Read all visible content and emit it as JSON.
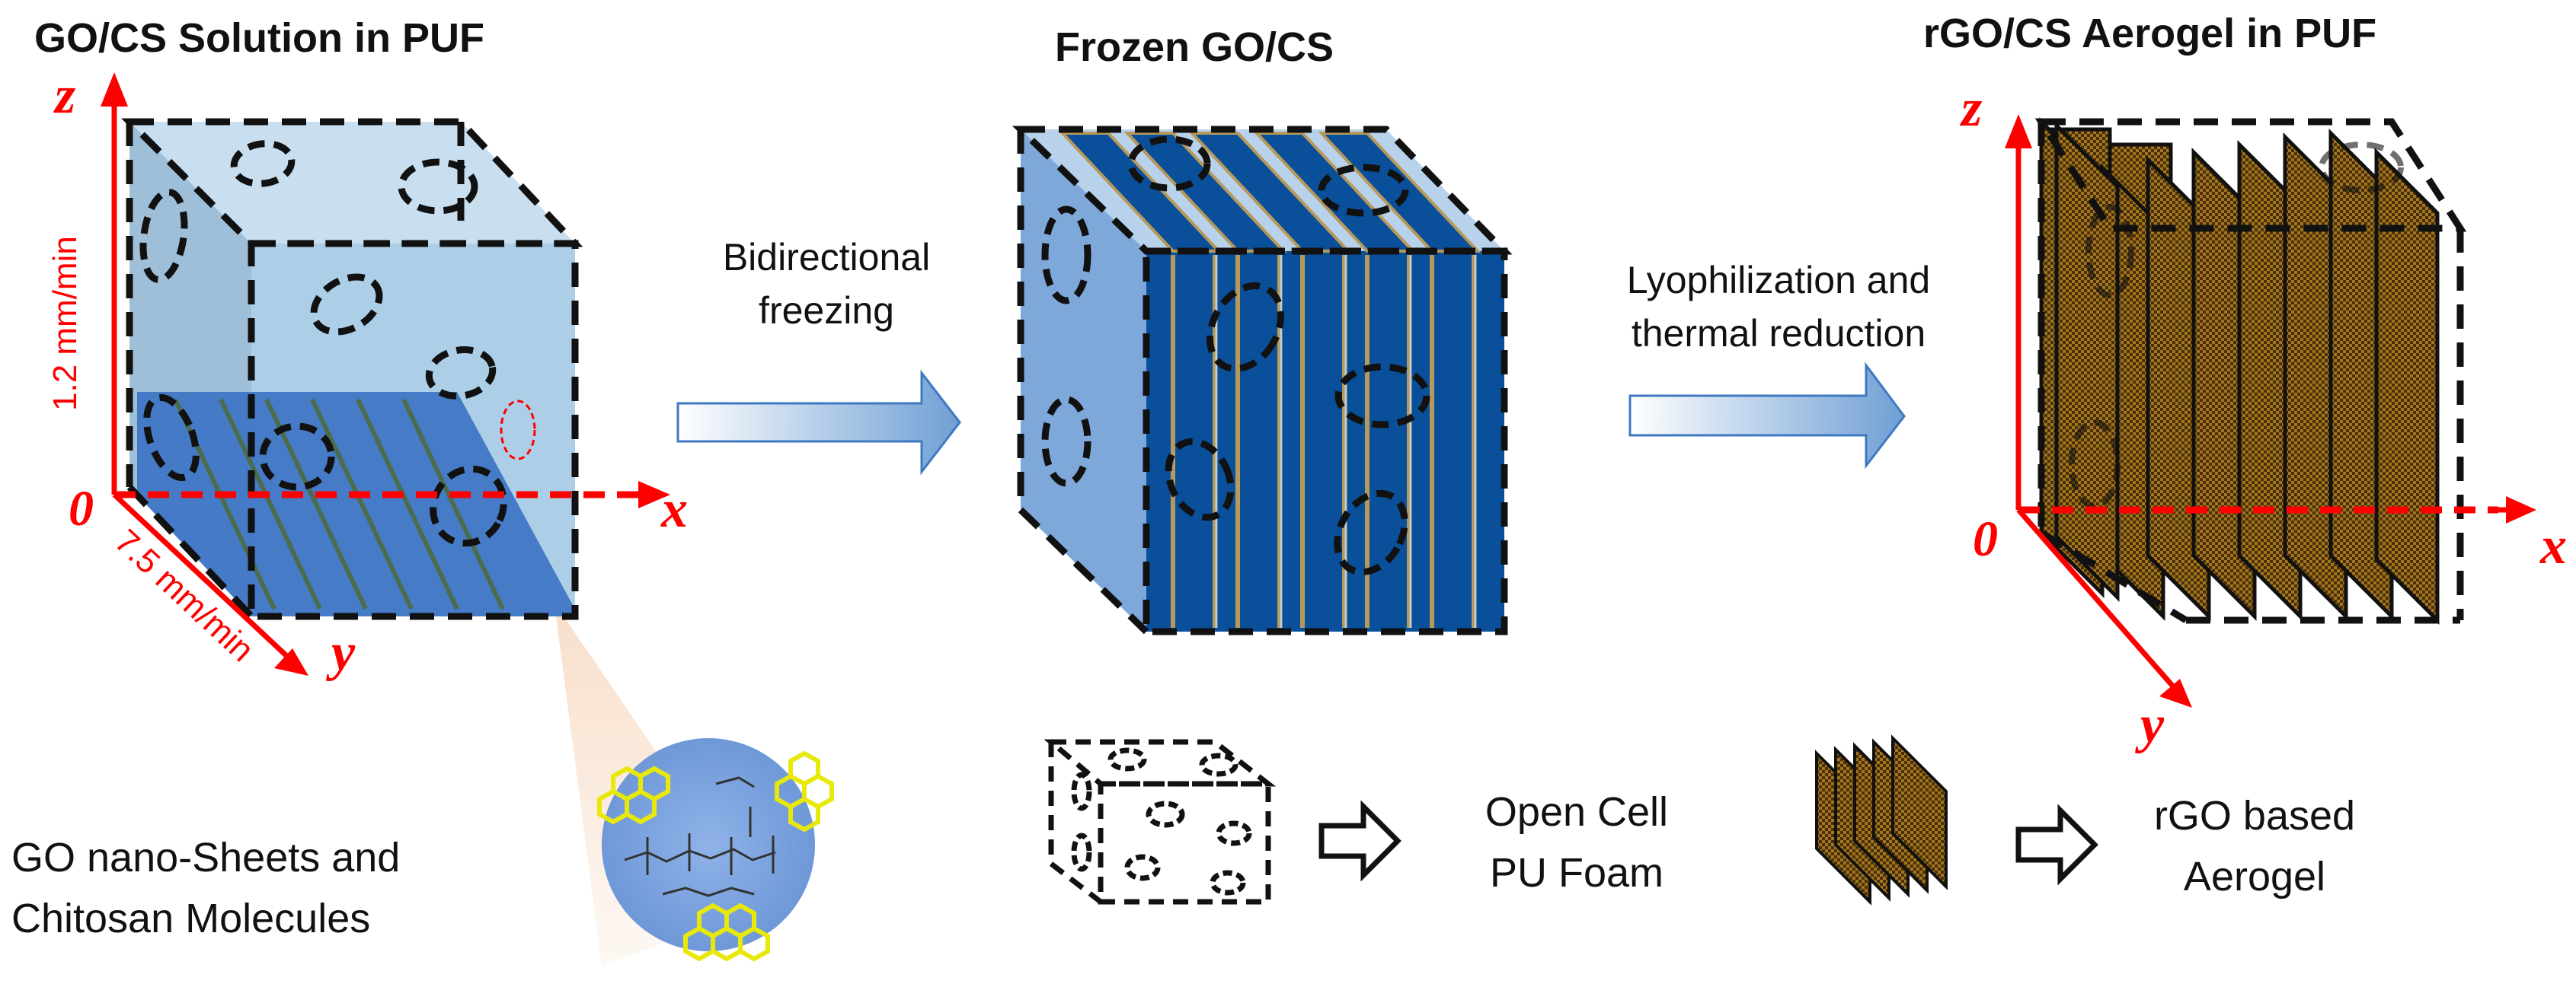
{
  "panels": {
    "solution_title": "GO/CS Solution in PUF",
    "frozen_title": "Frozen GO/CS",
    "aerogel_title": "rGO/CS Aerogel in PUF"
  },
  "axes": {
    "z": "z",
    "x": "x",
    "y": "y",
    "origin": "0",
    "z_rate": "1.2 mm/min",
    "y_rate": "7.5 mm/min"
  },
  "steps": {
    "step1_line1": "Bidirectional",
    "step1_line2": "freezing",
    "step2_line1": "Lyophilization and",
    "step2_line2": "thermal reduction"
  },
  "legend": {
    "nano_line1": "GO nano-Sheets and",
    "nano_line2": "Chitosan Molecules",
    "foam_line1": "Open Cell",
    "foam_line2": "PU Foam",
    "aerogel_line1": "rGO based",
    "aerogel_line2": "Aerogel"
  },
  "colors": {
    "solution_fill": "#a9cbe6",
    "ice_blue": "#0a4f9a",
    "axis_red": "#ff0000",
    "aerogel_brown": "#5c3d10",
    "graphene_yellow": "#e8e80a"
  }
}
